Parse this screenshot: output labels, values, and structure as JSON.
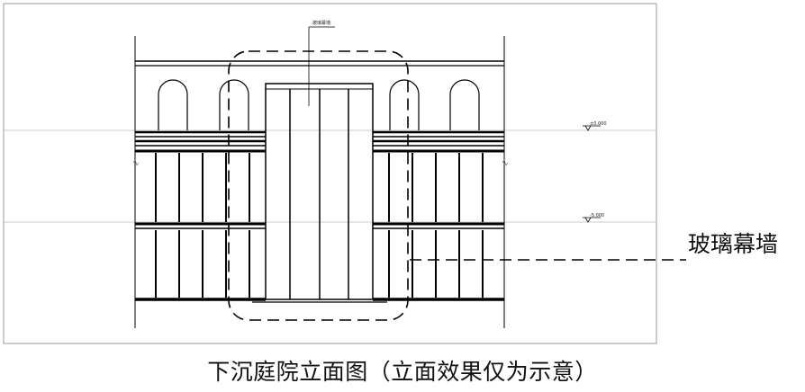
{
  "drawing": {
    "top_label": "玻璃幕墙",
    "callout_label": "玻璃幕墙",
    "level_marks": [
      "±0.000",
      "-5.000"
    ],
    "caption": "下沉庭院立面图（立面效果仅为示意）"
  }
}
